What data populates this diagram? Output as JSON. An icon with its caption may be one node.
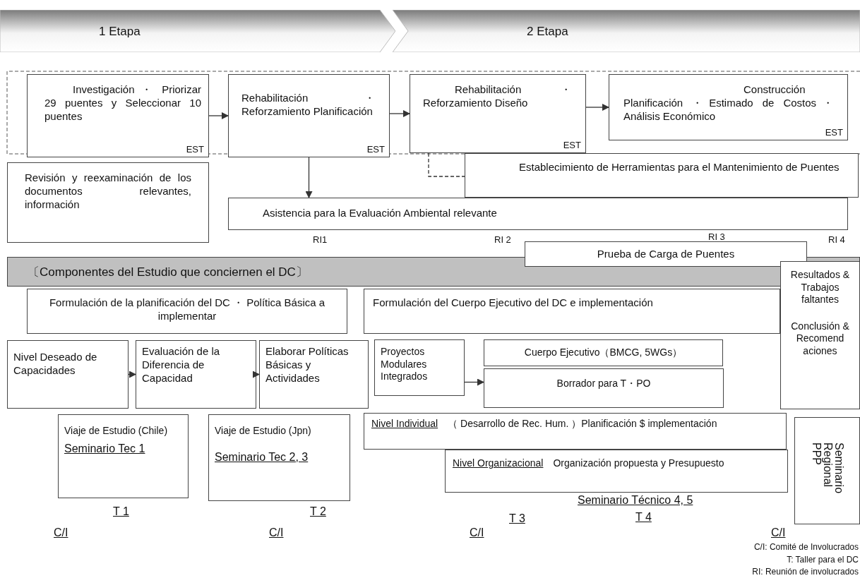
{
  "diagram": {
    "nodes": [
      {
        "text": [
          "1 Etapa"
        ]
      },
      {
        "text": [
          "2 Etapa"
        ]
      },
      {
        "text": [
          "Investigación ・ Priorizar 29 puentes y Seleccionar 10 puentes",
          "EST"
        ]
      },
      {
        "text": [
          "Rehabilitación ・ Reforzamiento Planificación",
          "EST"
        ]
      },
      {
        "text": [
          "Rehabilitación ・ Reforzamiento Diseño",
          "EST"
        ]
      },
      {
        "text": [
          "Construcción Planificación ・Estimado de Costos・Análisis Económico",
          "EST"
        ]
      },
      {
        "text": [
          "Revisión y reexaminación de los documentos relevantes, información"
        ]
      },
      {
        "text": [
          "Asistencia para la Evaluación Ambiental relevante"
        ]
      },
      {
        "text": [
          "Establecimiento de Herramientas para el Mantenimiento de Puentes"
        ]
      },
      {
        "text": [
          "Prueba de Carga de Puentes"
        ]
      },
      {
        "text": [
          "〔Componentes del Estudio que conciernen el DC〕"
        ]
      },
      {
        "text": [
          "Formulación de la planificación del DC ・ Política Básica a implementar"
        ]
      },
      {
        "text": [
          "Formulación del Cuerpo Ejecutivo del DC e implementación"
        ]
      },
      {
        "text": [
          "Resultados & Trabajos faltantes",
          "Conclusión & Recomend aciones"
        ]
      },
      {
        "text": [
          "Nivel Deseado de Capacidades"
        ]
      },
      {
        "text": [
          "Evaluación de la Diferencia de Capacidad"
        ]
      },
      {
        "text": [
          "Elaborar Políticas Básicas y Actividades"
        ]
      },
      {
        "text": [
          "Proyectos Modulares Integrados"
        ]
      },
      {
        "text": [
          "Cuerpo Ejecutivo（BMCG, 5WGs）"
        ]
      },
      {
        "text": [
          "Borrador para T・PO"
        ]
      },
      {
        "text": [
          "Viaje de Estudio (Chile)",
          "Seminario Tec 1"
        ]
      },
      {
        "text": [
          "Viaje de Estudio (Jpn)",
          "Seminario Tec 2, 3"
        ]
      },
      {
        "text": [
          "Nivel Individual",
          "（ Desarrollo de Rec. Hum. ）Planificación $ implementación"
        ]
      },
      {
        "text": [
          "Nivel Organizacional",
          "Organización propuesta y Presupuesto"
        ]
      },
      {
        "text": [
          "Seminario Regional PPP"
        ]
      }
    ],
    "edges": [
      {
        "from": 2,
        "to": 3,
        "arrow": "to"
      },
      {
        "from": 3,
        "to": 4,
        "arrow": "to"
      },
      {
        "from": 4,
        "to": 5,
        "arrow": "to"
      },
      {
        "from": 3,
        "to": 7,
        "arrow": "to"
      },
      {
        "from": 4,
        "to": 8,
        "arrow": "none",
        "style": "dashed"
      },
      {
        "from": 14,
        "to": 15,
        "arrow": "to"
      },
      {
        "from": 15,
        "to": 16,
        "arrow": "to"
      },
      {
        "from": 17,
        "to": 19,
        "arrow": "to"
      }
    ],
    "labels": [
      "RI1",
      "RI 2",
      "RI 3",
      "RI 4",
      "Seminario Técnico 4, 5",
      "T 1",
      "T 2",
      "T 3",
      "T 4",
      "C/I",
      "C/I",
      "C/I",
      "C/I",
      "C/I: Comité de Involucrados",
      "T: Taller para el DC",
      "RI: Reunión de involucrados"
    ]
  }
}
